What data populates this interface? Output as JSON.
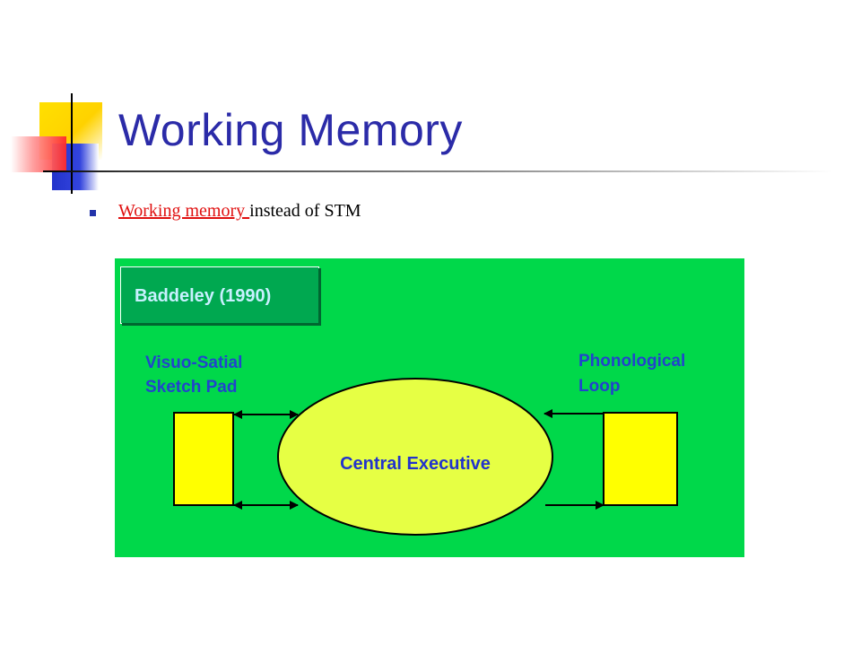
{
  "slide": {
    "title": "Working Memory",
    "bullet": {
      "link_text": "Working memory ",
      "rest_text": "instead of STM"
    }
  },
  "diagram": {
    "source_label": "Baddeley (1990)",
    "left_component": {
      "line1": "Visuo-Satial",
      "line2": "Sketch Pad"
    },
    "center_component": "Central Executive",
    "right_component": {
      "line1": "Phonological",
      "line2": "Loop"
    },
    "colors": {
      "background": "#00d84a",
      "source_box": "#00a850",
      "components": "#ffff00",
      "center": "#e6ff44",
      "label_text": "#2244cc"
    }
  }
}
